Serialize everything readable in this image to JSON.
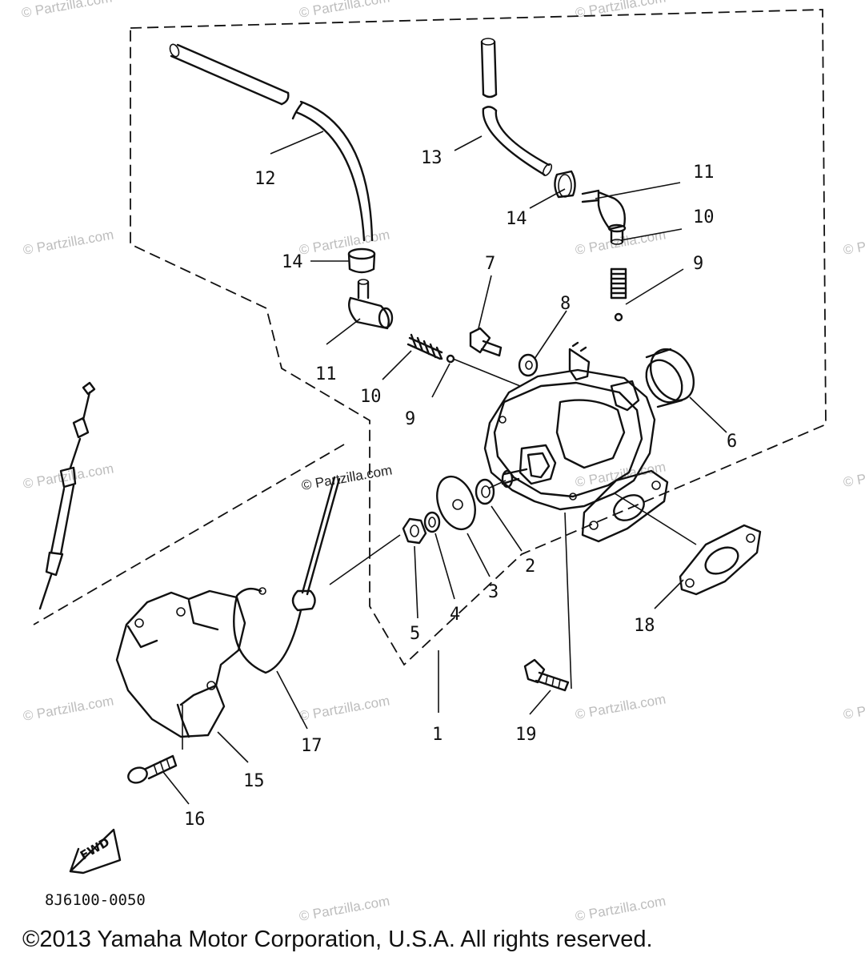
{
  "diagram": {
    "callouts": {
      "c1": "1",
      "c2": "2",
      "c3": "3",
      "c4": "4",
      "c5": "5",
      "c6": "6",
      "c7": "7",
      "c8": "8",
      "c9a": "9",
      "c9b": "9",
      "c10a": "10",
      "c10b": "10",
      "c11a": "11",
      "c11b": "11",
      "c12": "12",
      "c13": "13",
      "c14a": "14",
      "c14b": "14",
      "c15": "15",
      "c16": "16",
      "c17": "17",
      "c18": "18",
      "c19": "19"
    },
    "fwd_label": "FWD",
    "part_code": "8J6100-0050",
    "watermark": "© Partzilla.com",
    "copyright": "©2013 Yamaha Motor Corporation, U.S.A. All rights reserved."
  }
}
